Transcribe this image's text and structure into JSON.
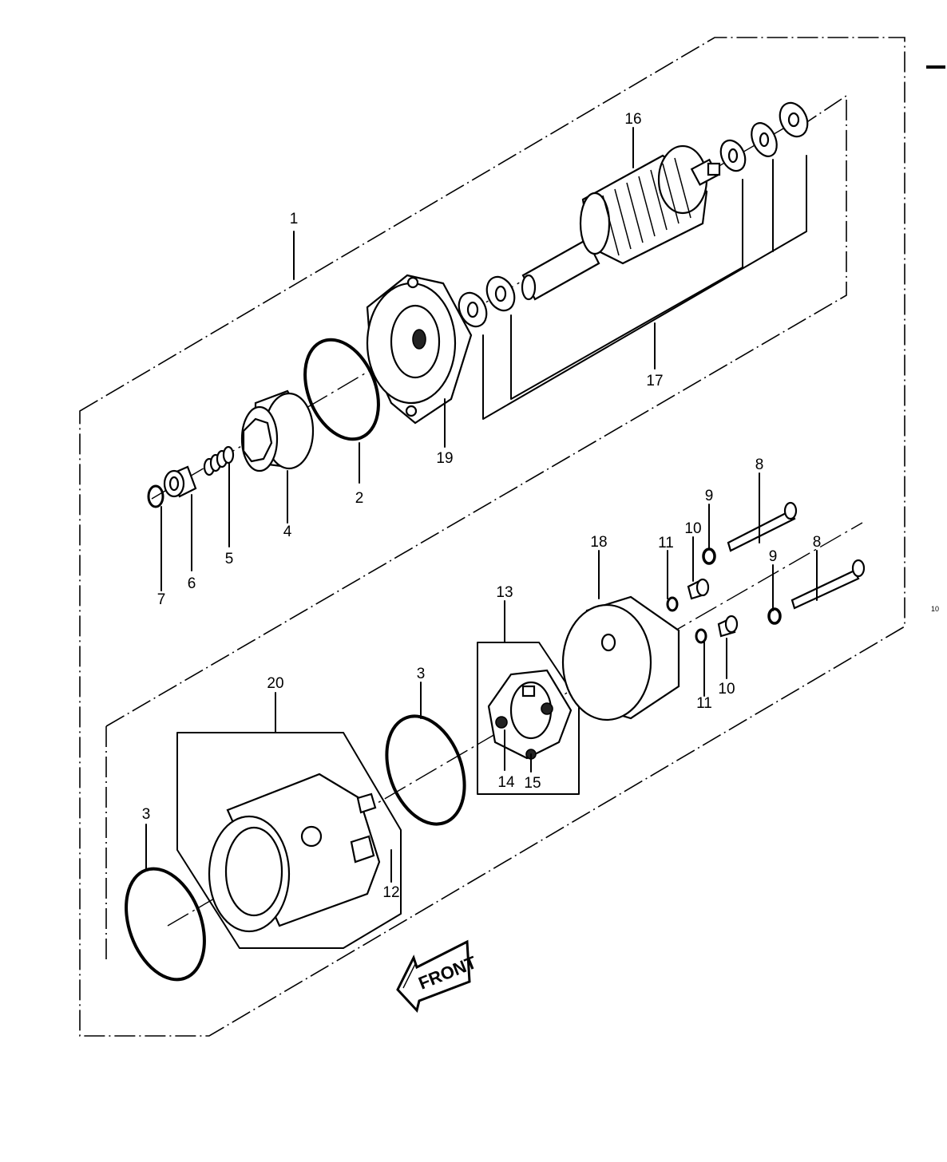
{
  "page_marker": "10",
  "front_arrow": "FRONT",
  "callouts": {
    "c1": "1",
    "c2": "2",
    "c3a": "3",
    "c3b": "3",
    "c4": "4",
    "c5": "5",
    "c6": "6",
    "c7": "7",
    "c8a": "8",
    "c8b": "8",
    "c9a": "9",
    "c9b": "9",
    "c10a": "10",
    "c10b": "10",
    "c11a": "11",
    "c11b": "11",
    "c12": "12",
    "c13": "13",
    "c14": "14",
    "c15": "15",
    "c16": "16",
    "c17": "17",
    "c18": "18",
    "c19": "19",
    "c20": "20"
  }
}
